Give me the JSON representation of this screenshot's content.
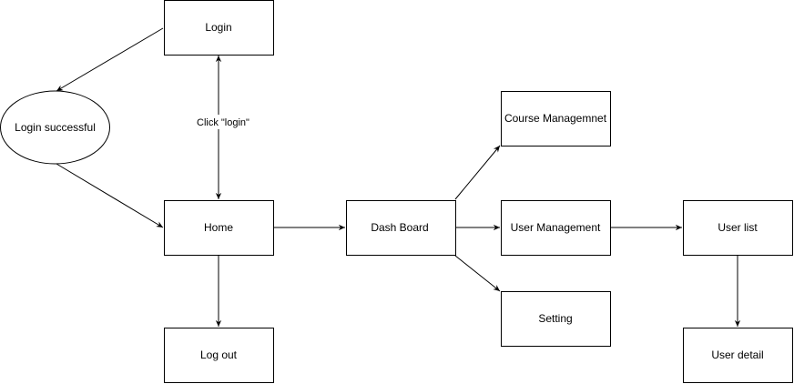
{
  "diagram": {
    "nodes": {
      "login": "Login",
      "login_successful": "Login successful",
      "home": "Home",
      "log_out": "Log out",
      "dash_board": "Dash Board",
      "course_management": "Course Managemnet",
      "user_management": "User Management",
      "setting": "Setting",
      "user_list": "User list",
      "user_detail": "User detail"
    },
    "edge_labels": {
      "login_home": "Click \"login\""
    }
  }
}
